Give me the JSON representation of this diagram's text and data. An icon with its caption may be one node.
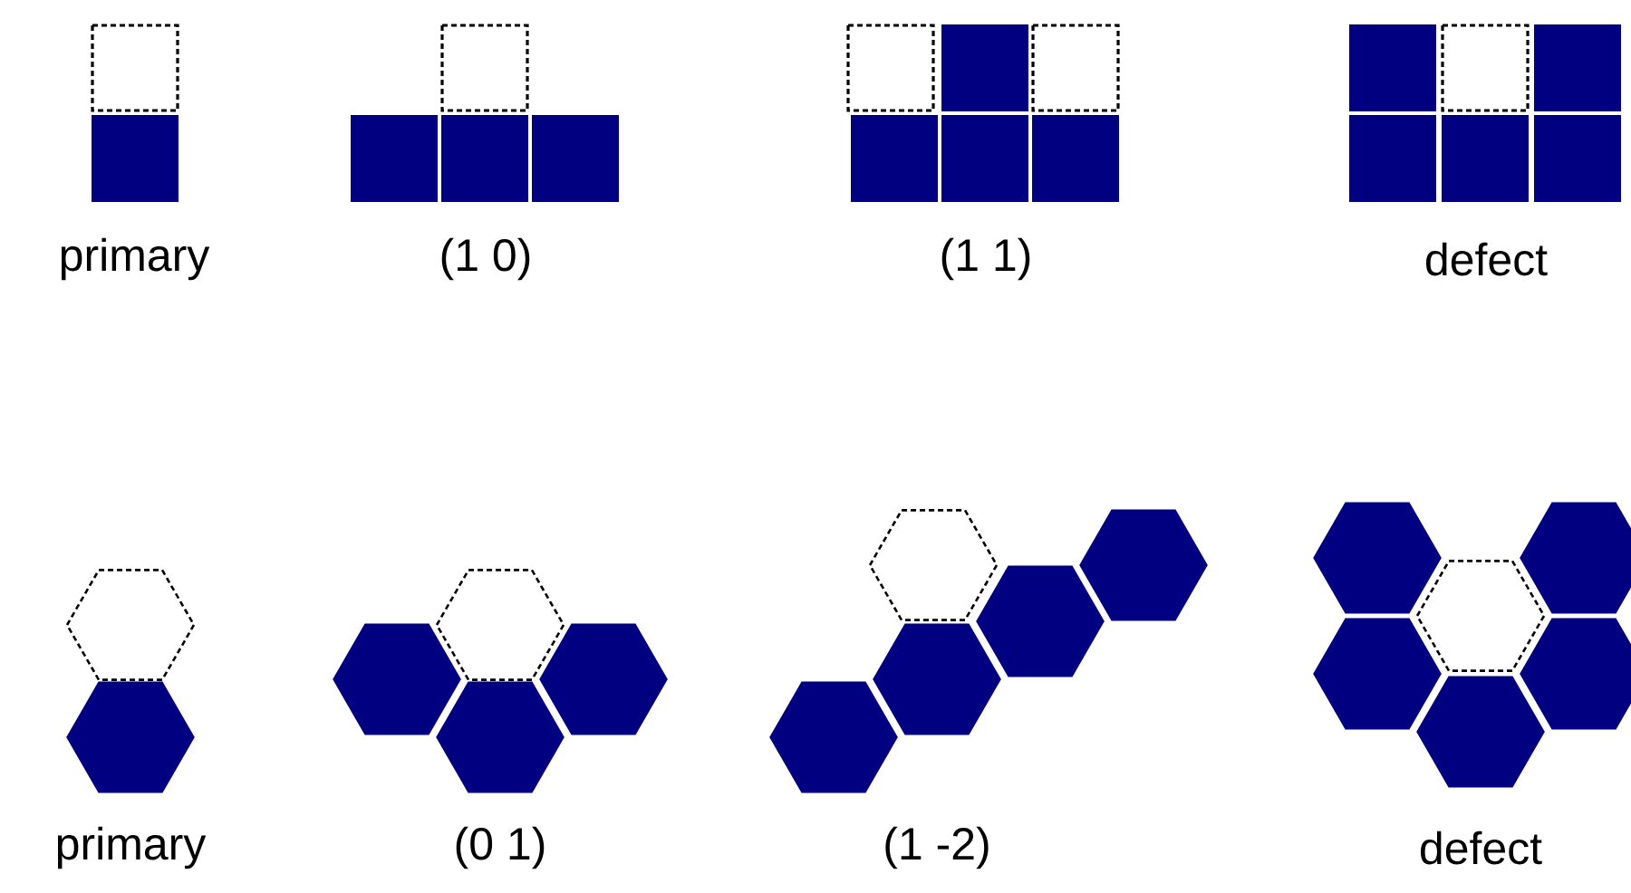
{
  "diagram": {
    "labels": [
      "primary",
      "(1 0)",
      "(1 1)",
      "defect",
      "primary",
      "(0 1)",
      "(1 -2)",
      "defect"
    ]
  }
}
